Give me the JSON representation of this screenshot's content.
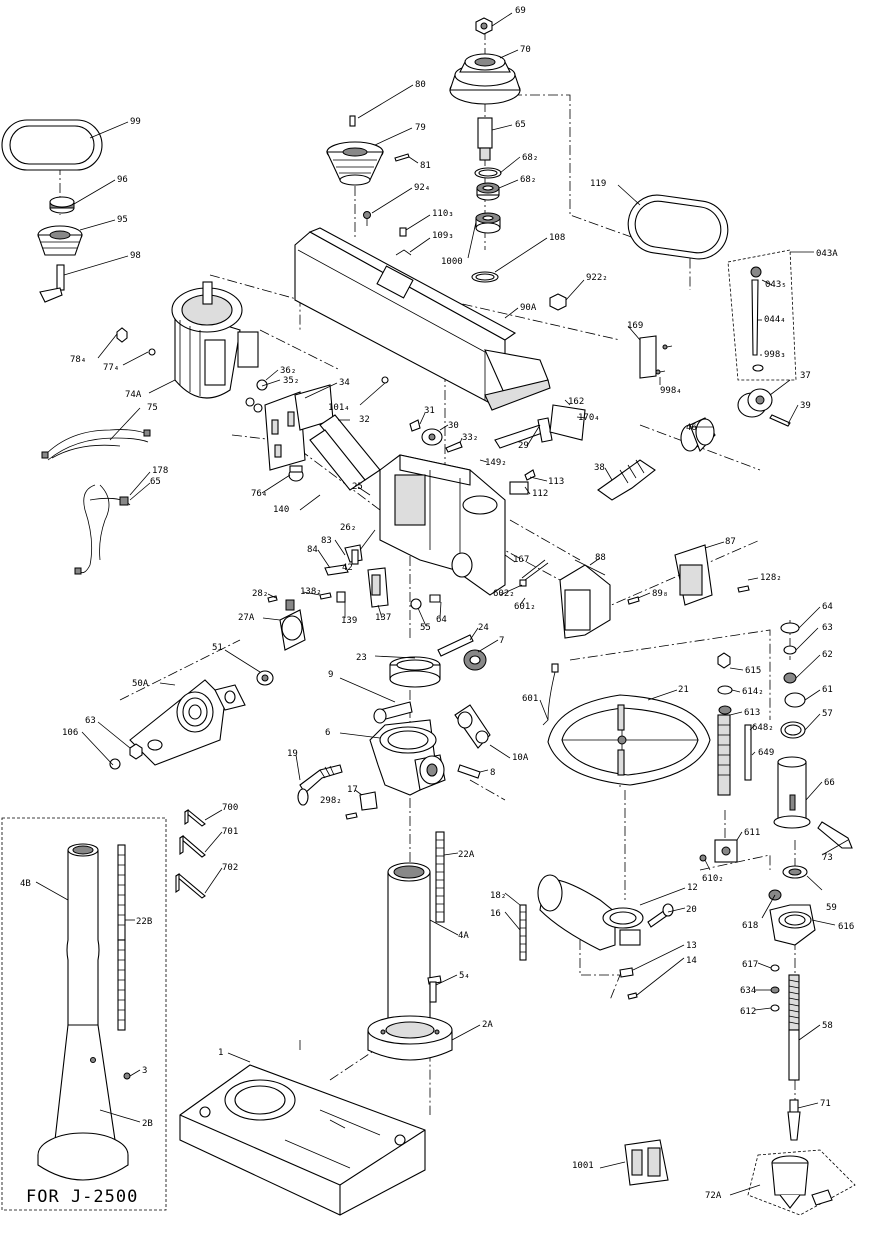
{
  "diagram": {
    "caption": "FOR J-2500",
    "callouts": [
      {
        "id": "c69",
        "text": "69"
      },
      {
        "id": "c70",
        "text": "70"
      },
      {
        "id": "c99",
        "text": "99"
      },
      {
        "id": "c80",
        "text": "80"
      },
      {
        "id": "c79",
        "text": "79"
      },
      {
        "id": "c65a",
        "text": "65"
      },
      {
        "id": "c81",
        "text": "81"
      },
      {
        "id": "c68a",
        "text": "68₂"
      },
      {
        "id": "c68b",
        "text": "68₂"
      },
      {
        "id": "c96",
        "text": "96"
      },
      {
        "id": "c92",
        "text": "92₄"
      },
      {
        "id": "c119",
        "text": "119"
      },
      {
        "id": "c95",
        "text": "95"
      },
      {
        "id": "c110",
        "text": "110₃"
      },
      {
        "id": "c109",
        "text": "109₃"
      },
      {
        "id": "c108",
        "text": "108"
      },
      {
        "id": "c1000",
        "text": "1000"
      },
      {
        "id": "c98",
        "text": "98"
      },
      {
        "id": "c043A",
        "text": "043A"
      },
      {
        "id": "c9222",
        "text": "922₂"
      },
      {
        "id": "c043",
        "text": "043₅"
      },
      {
        "id": "c90A",
        "text": "90A"
      },
      {
        "id": "c044",
        "text": "044₄"
      },
      {
        "id": "c169",
        "text": "169"
      },
      {
        "id": "c78",
        "text": "78₄"
      },
      {
        "id": "c998a",
        "text": "998₃"
      },
      {
        "id": "c77",
        "text": "77₄"
      },
      {
        "id": "c36",
        "text": "36₂"
      },
      {
        "id": "c35",
        "text": "35₂"
      },
      {
        "id": "c34",
        "text": "34"
      },
      {
        "id": "c74A",
        "text": "74A"
      },
      {
        "id": "c998b",
        "text": "998₄"
      },
      {
        "id": "c37",
        "text": "37"
      },
      {
        "id": "c101",
        "text": "101₄"
      },
      {
        "id": "c75",
        "text": "75"
      },
      {
        "id": "c162",
        "text": "162"
      },
      {
        "id": "c39",
        "text": "39"
      },
      {
        "id": "c31",
        "text": "31"
      },
      {
        "id": "c32",
        "text": "32"
      },
      {
        "id": "c170",
        "text": "170₄"
      },
      {
        "id": "c30",
        "text": "30"
      },
      {
        "id": "c46",
        "text": "46"
      },
      {
        "id": "c33",
        "text": "33₂"
      },
      {
        "id": "c29",
        "text": "29"
      },
      {
        "id": "c149",
        "text": "149₂"
      },
      {
        "id": "c178",
        "text": "178"
      },
      {
        "id": "c38",
        "text": "38"
      },
      {
        "id": "c65b",
        "text": "65"
      },
      {
        "id": "c113",
        "text": "113"
      },
      {
        "id": "c76",
        "text": "76₄"
      },
      {
        "id": "c25",
        "text": "25"
      },
      {
        "id": "c112",
        "text": "112"
      },
      {
        "id": "c140",
        "text": "140"
      },
      {
        "id": "c26",
        "text": "26₂"
      },
      {
        "id": "c87",
        "text": "87"
      },
      {
        "id": "c83",
        "text": "83"
      },
      {
        "id": "c88",
        "text": "88"
      },
      {
        "id": "c167",
        "text": "167"
      },
      {
        "id": "c84",
        "text": "84"
      },
      {
        "id": "c42",
        "text": "42"
      },
      {
        "id": "c128",
        "text": "128₂"
      },
      {
        "id": "c6022",
        "text": "602₂"
      },
      {
        "id": "c138",
        "text": "138₂"
      },
      {
        "id": "c28",
        "text": "28₂"
      },
      {
        "id": "c6012",
        "text": "601₂"
      },
      {
        "id": "c89",
        "text": "89₈"
      },
      {
        "id": "c64a",
        "text": "64"
      },
      {
        "id": "c137",
        "text": "137"
      },
      {
        "id": "c139",
        "text": "139"
      },
      {
        "id": "c64b",
        "text": "64"
      },
      {
        "id": "c27A",
        "text": "27A"
      },
      {
        "id": "c55",
        "text": "55"
      },
      {
        "id": "c63a",
        "text": "63"
      },
      {
        "id": "c24",
        "text": "24"
      },
      {
        "id": "c7",
        "text": "7"
      },
      {
        "id": "c23",
        "text": "23"
      },
      {
        "id": "c51",
        "text": "51"
      },
      {
        "id": "c62",
        "text": "62"
      },
      {
        "id": "c615",
        "text": "615"
      },
      {
        "id": "c21",
        "text": "21"
      },
      {
        "id": "c614",
        "text": "614₂"
      },
      {
        "id": "c61",
        "text": "61"
      },
      {
        "id": "c50A",
        "text": "50A"
      },
      {
        "id": "c9",
        "text": "9"
      },
      {
        "id": "c601",
        "text": "601"
      },
      {
        "id": "c613",
        "text": "613"
      },
      {
        "id": "c57",
        "text": "57"
      },
      {
        "id": "c648",
        "text": "648₂"
      },
      {
        "id": "c63b",
        "text": "63"
      },
      {
        "id": "c6",
        "text": "6"
      },
      {
        "id": "c649",
        "text": "649"
      },
      {
        "id": "c10A",
        "text": "10A"
      },
      {
        "id": "c106",
        "text": "106"
      },
      {
        "id": "c66",
        "text": "66"
      },
      {
        "id": "c8",
        "text": "8"
      },
      {
        "id": "c19",
        "text": "19"
      },
      {
        "id": "c17",
        "text": "17"
      },
      {
        "id": "c298",
        "text": "298₂"
      },
      {
        "id": "c700",
        "text": "700"
      },
      {
        "id": "c73",
        "text": "73"
      },
      {
        "id": "c611",
        "text": "611"
      },
      {
        "id": "c701",
        "text": "701"
      },
      {
        "id": "c22A",
        "text": "22A"
      },
      {
        "id": "c610",
        "text": "610₂"
      },
      {
        "id": "c702",
        "text": "702"
      },
      {
        "id": "c4B",
        "text": "4B"
      },
      {
        "id": "c59",
        "text": "59"
      },
      {
        "id": "c12",
        "text": "12"
      },
      {
        "id": "c18",
        "text": "18₂"
      },
      {
        "id": "c20",
        "text": "20"
      },
      {
        "id": "c618",
        "text": "618"
      },
      {
        "id": "c22B",
        "text": "22B"
      },
      {
        "id": "c616",
        "text": "616"
      },
      {
        "id": "c16",
        "text": "16"
      },
      {
        "id": "c4A",
        "text": "4A"
      },
      {
        "id": "c13",
        "text": "13"
      },
      {
        "id": "c617",
        "text": "617"
      },
      {
        "id": "c14",
        "text": "14"
      },
      {
        "id": "c5",
        "text": "5₄"
      },
      {
        "id": "c634",
        "text": "634"
      },
      {
        "id": "c612",
        "text": "612"
      },
      {
        "id": "c2A",
        "text": "2A"
      },
      {
        "id": "c58",
        "text": "58"
      },
      {
        "id": "c3",
        "text": "3"
      },
      {
        "id": "c1",
        "text": "1"
      },
      {
        "id": "c71",
        "text": "71"
      },
      {
        "id": "c2B",
        "text": "2B"
      },
      {
        "id": "c1001",
        "text": "1001"
      },
      {
        "id": "c72A",
        "text": "72A"
      }
    ]
  }
}
